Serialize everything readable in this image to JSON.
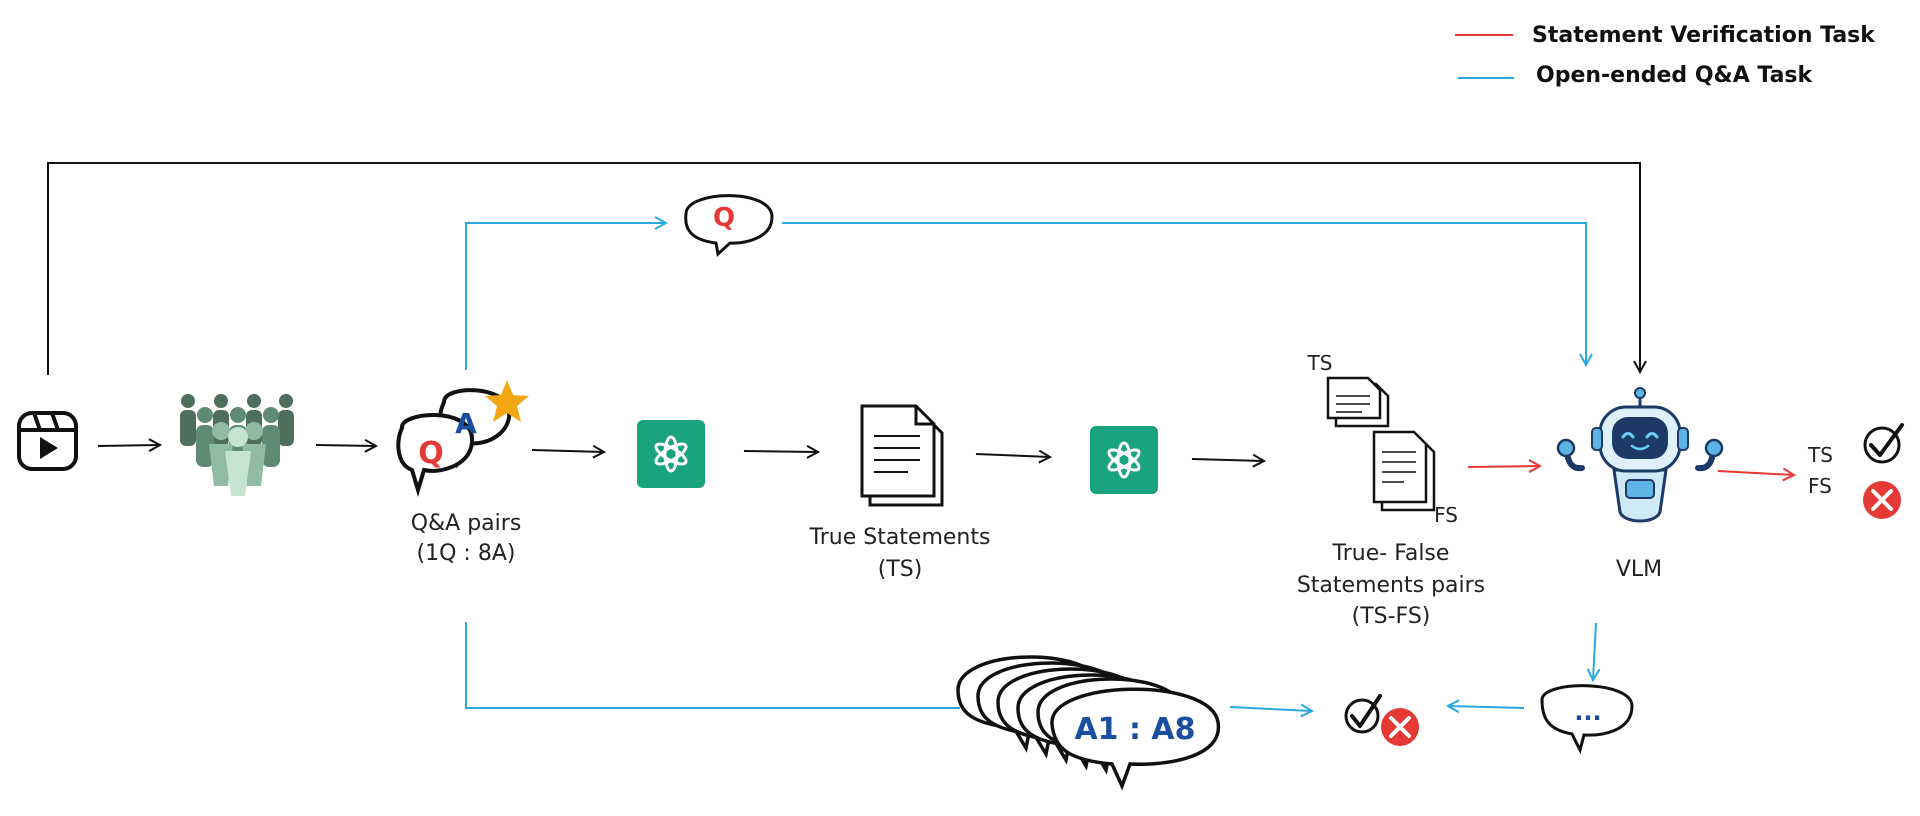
{
  "legend": {
    "statement_task": "Statement Verification Task",
    "qa_task": "Open-ended Q&A Task"
  },
  "nodes": {
    "qa_pairs_line1": "Q&A pairs",
    "qa_pairs_line2": "(1Q : 8A)",
    "true_statements_line1": "True Statements",
    "true_statements_line2": "(TS)",
    "tf_pairs_line1": "True- False",
    "tf_pairs_line2": "Statements pairs",
    "tf_pairs_line3": "(TS-FS)",
    "vlm": "VLM"
  },
  "badges": {
    "q_letter": "Q",
    "a_letter": "A",
    "top_q": "Q",
    "ts_doc": "TS",
    "fs_doc": "FS",
    "answers": "A1 : A8",
    "ellipsis": "...",
    "out_ts": "TS",
    "out_fs": "FS"
  },
  "colors": {
    "statement_line": "#e53935",
    "qa_line": "#29a8e0",
    "black_line": "#111111",
    "gpt_green": "#19a37f",
    "wrong_red": "#e53935",
    "q_red": "#e53935",
    "a_blue": "#1a4fa0",
    "star": "#f3a712",
    "crowd_dark": "#4f6e5e",
    "crowd_light": "#8fbba2"
  }
}
